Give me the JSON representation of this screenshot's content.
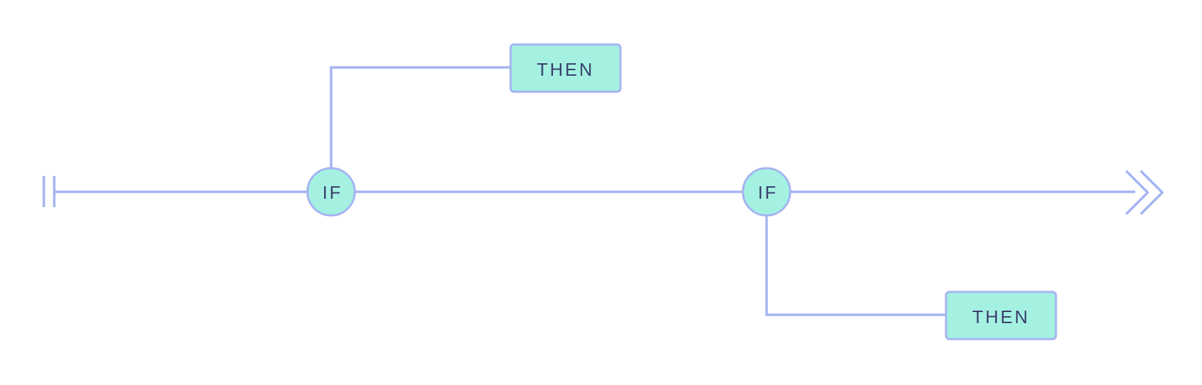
{
  "diagram": {
    "nodes": {
      "condition_1": {
        "label": "IF"
      },
      "condition_2": {
        "label": "IF"
      },
      "action_1": {
        "label": "THEN"
      },
      "action_2": {
        "label": "THEN"
      }
    },
    "edges": [
      {
        "from": "start",
        "to": "condition_1"
      },
      {
        "from": "condition_1",
        "to": "condition_2"
      },
      {
        "from": "condition_2",
        "to": "end"
      },
      {
        "from": "condition_1",
        "to": "action_1"
      },
      {
        "from": "condition_2",
        "to": "action_2"
      }
    ],
    "colors": {
      "line": "#a5b4f1",
      "node_fill": "#a4f1e1",
      "label_text": "#3a3f6b"
    },
    "icons": {
      "start": "start-bars-icon",
      "end": "double-chevron-right-icon"
    }
  }
}
